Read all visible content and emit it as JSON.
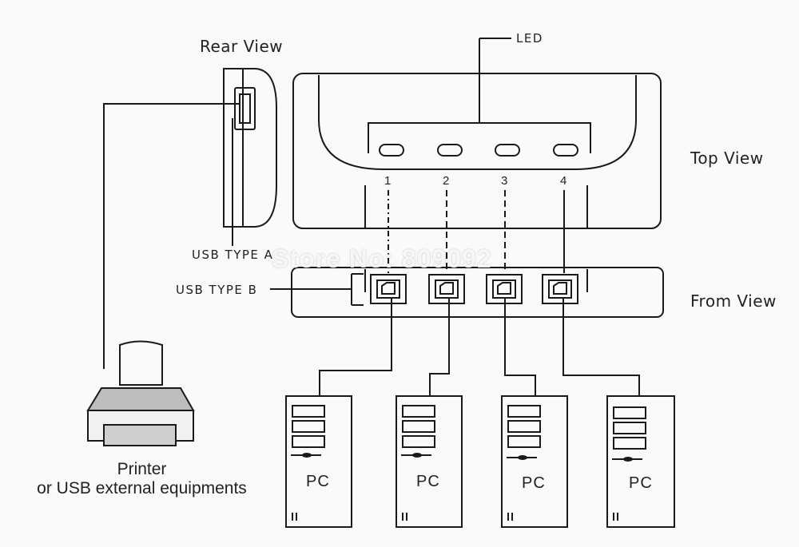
{
  "labels": {
    "rear_view": "Rear View",
    "top_view": "Top View",
    "front_view": "From View",
    "led": "LED",
    "usb_type_a": "USB TYPE A",
    "usb_type_b": "USB TYPE B",
    "printer_line1": "Printer",
    "printer_line2": "or USB external equipments",
    "watermark": "Store No: 809092"
  },
  "ports": [
    {
      "number": "1",
      "link": "dash-dot"
    },
    {
      "number": "2",
      "link": "dashed"
    },
    {
      "number": "3",
      "link": "dashed"
    },
    {
      "number": "4",
      "link": "solid"
    }
  ],
  "computers": [
    {
      "label": "PC"
    },
    {
      "label": "PC"
    },
    {
      "label": "PC"
    },
    {
      "label": "PC"
    }
  ],
  "colors": {
    "line": "#1a1a1a",
    "paper": "#fafafa"
  }
}
